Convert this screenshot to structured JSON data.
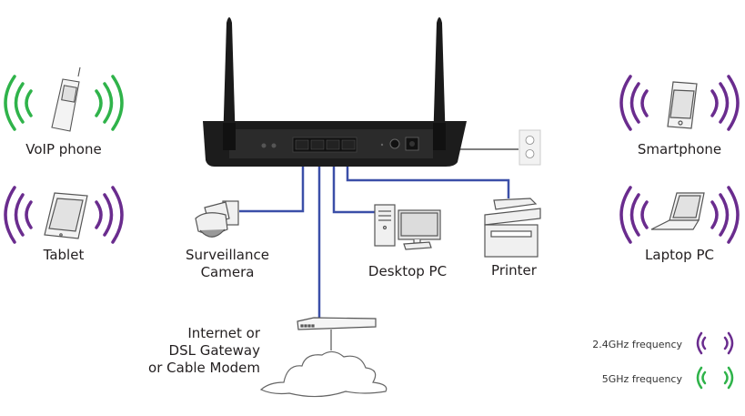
{
  "colors": {
    "freq_2_4ghz": "#6a2c8e",
    "freq_5ghz": "#2fb34a",
    "ethernet_cable": "#3b4fa8",
    "power_cable": "#555555",
    "router_body": "#1c1c1c"
  },
  "wireless_devices": [
    {
      "label": "VoIP phone",
      "icon": "mobile-phone-icon",
      "band": "5GHz"
    },
    {
      "label": "Tablet",
      "icon": "tablet-icon",
      "band": "2.4GHz"
    },
    {
      "label": "Smartphone",
      "icon": "smartphone-icon",
      "band": "2.4GHz"
    },
    {
      "label": "Laptop PC",
      "icon": "laptop-icon",
      "band": "2.4GHz"
    }
  ],
  "wired_devices": [
    {
      "label": "Surveillance Camera",
      "lines": [
        "Surveillance",
        "Camera"
      ],
      "icon": "camera-icon"
    },
    {
      "label": "Desktop PC",
      "icon": "desktop-icon"
    },
    {
      "label": "Printer",
      "icon": "printer-icon"
    }
  ],
  "internet": {
    "lines": [
      "Internet or",
      "DSL Gateway",
      "or Cable Modem"
    ],
    "icons": [
      "modem-icon",
      "cloud-icon"
    ]
  },
  "router": {
    "icon": "router-icon",
    "power_icon": "wall-outlet-icon"
  },
  "legend": [
    {
      "label": "2.4GHz frequency",
      "color_key": "freq_2_4ghz"
    },
    {
      "label": "5GHz frequency",
      "color_key": "freq_5ghz"
    }
  ]
}
